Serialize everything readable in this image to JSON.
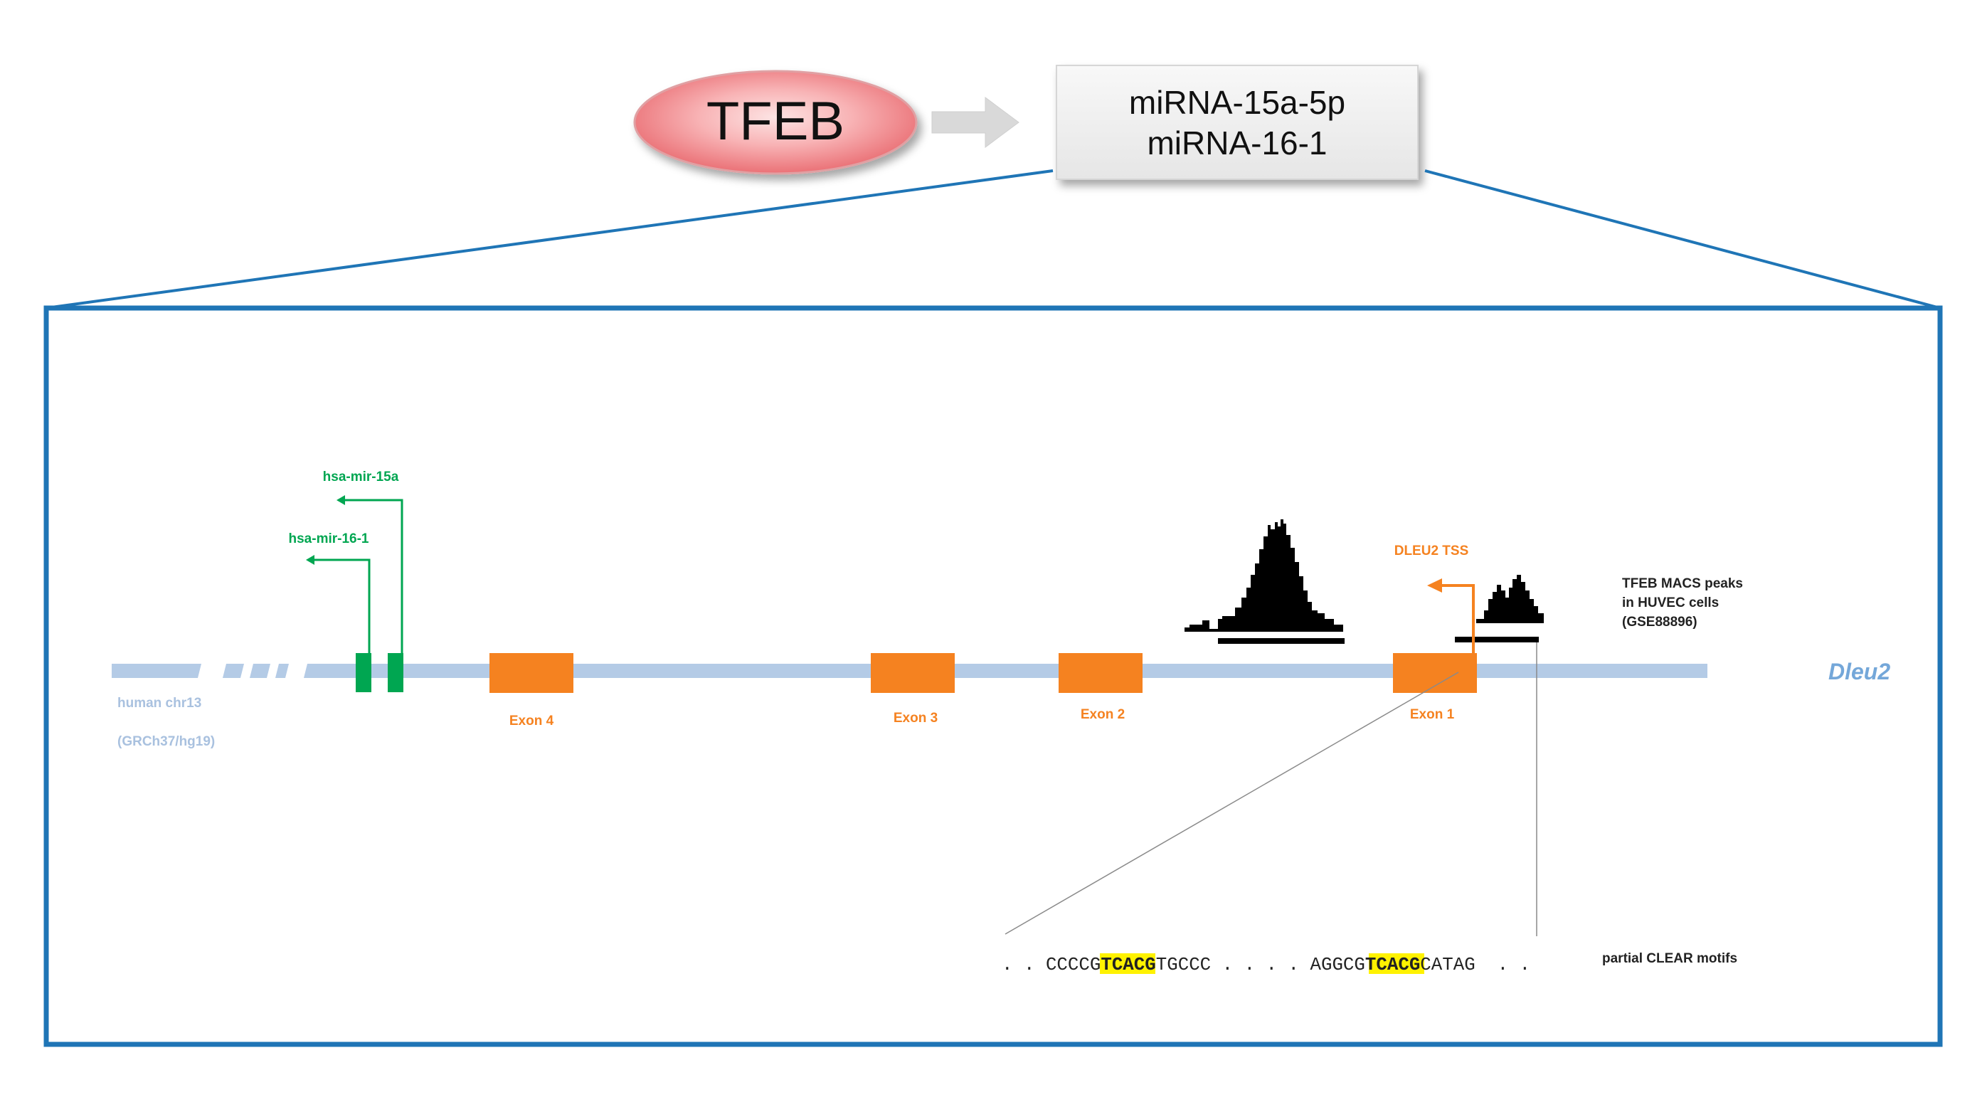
{
  "top": {
    "factor": "TFEB",
    "targets": [
      "miRNA-15a-5p",
      "miRNA-16-1"
    ]
  },
  "locus": {
    "chromosome": "human chr13",
    "assembly": "(GRCh37/hg19)",
    "gene": "Dleu2",
    "mirnas": [
      "hsa-mir-15a",
      "hsa-mir-16-1"
    ],
    "exons": [
      "Exon 4",
      "Exon 3",
      "Exon 2",
      "Exon 1"
    ],
    "tss_label": "DLEU2 TSS",
    "peaks_label": [
      "TFEB MACS peaks",
      "in HUVEC cells",
      "(GSE88896)"
    ],
    "motif_label": "partial CLEAR motifs",
    "sequence": {
      "lead": ". . ",
      "a_pre": "CCCCG",
      "a_hit": "TCACG",
      "a_post": "TGCCC",
      "mid": " . . . . ",
      "b_pre": "AGGCG",
      "b_hit": "TCACG",
      "b_post": "CATAG",
      "tail": "  . ."
    }
  },
  "colors": {
    "frame": "#1f75b6",
    "chromosome": "#b4cbe6",
    "exon": "#f58220",
    "mirna": "#00a651",
    "peak": "#000000",
    "highlight": "#fff200",
    "tfeb_fill": "#f07c80"
  }
}
